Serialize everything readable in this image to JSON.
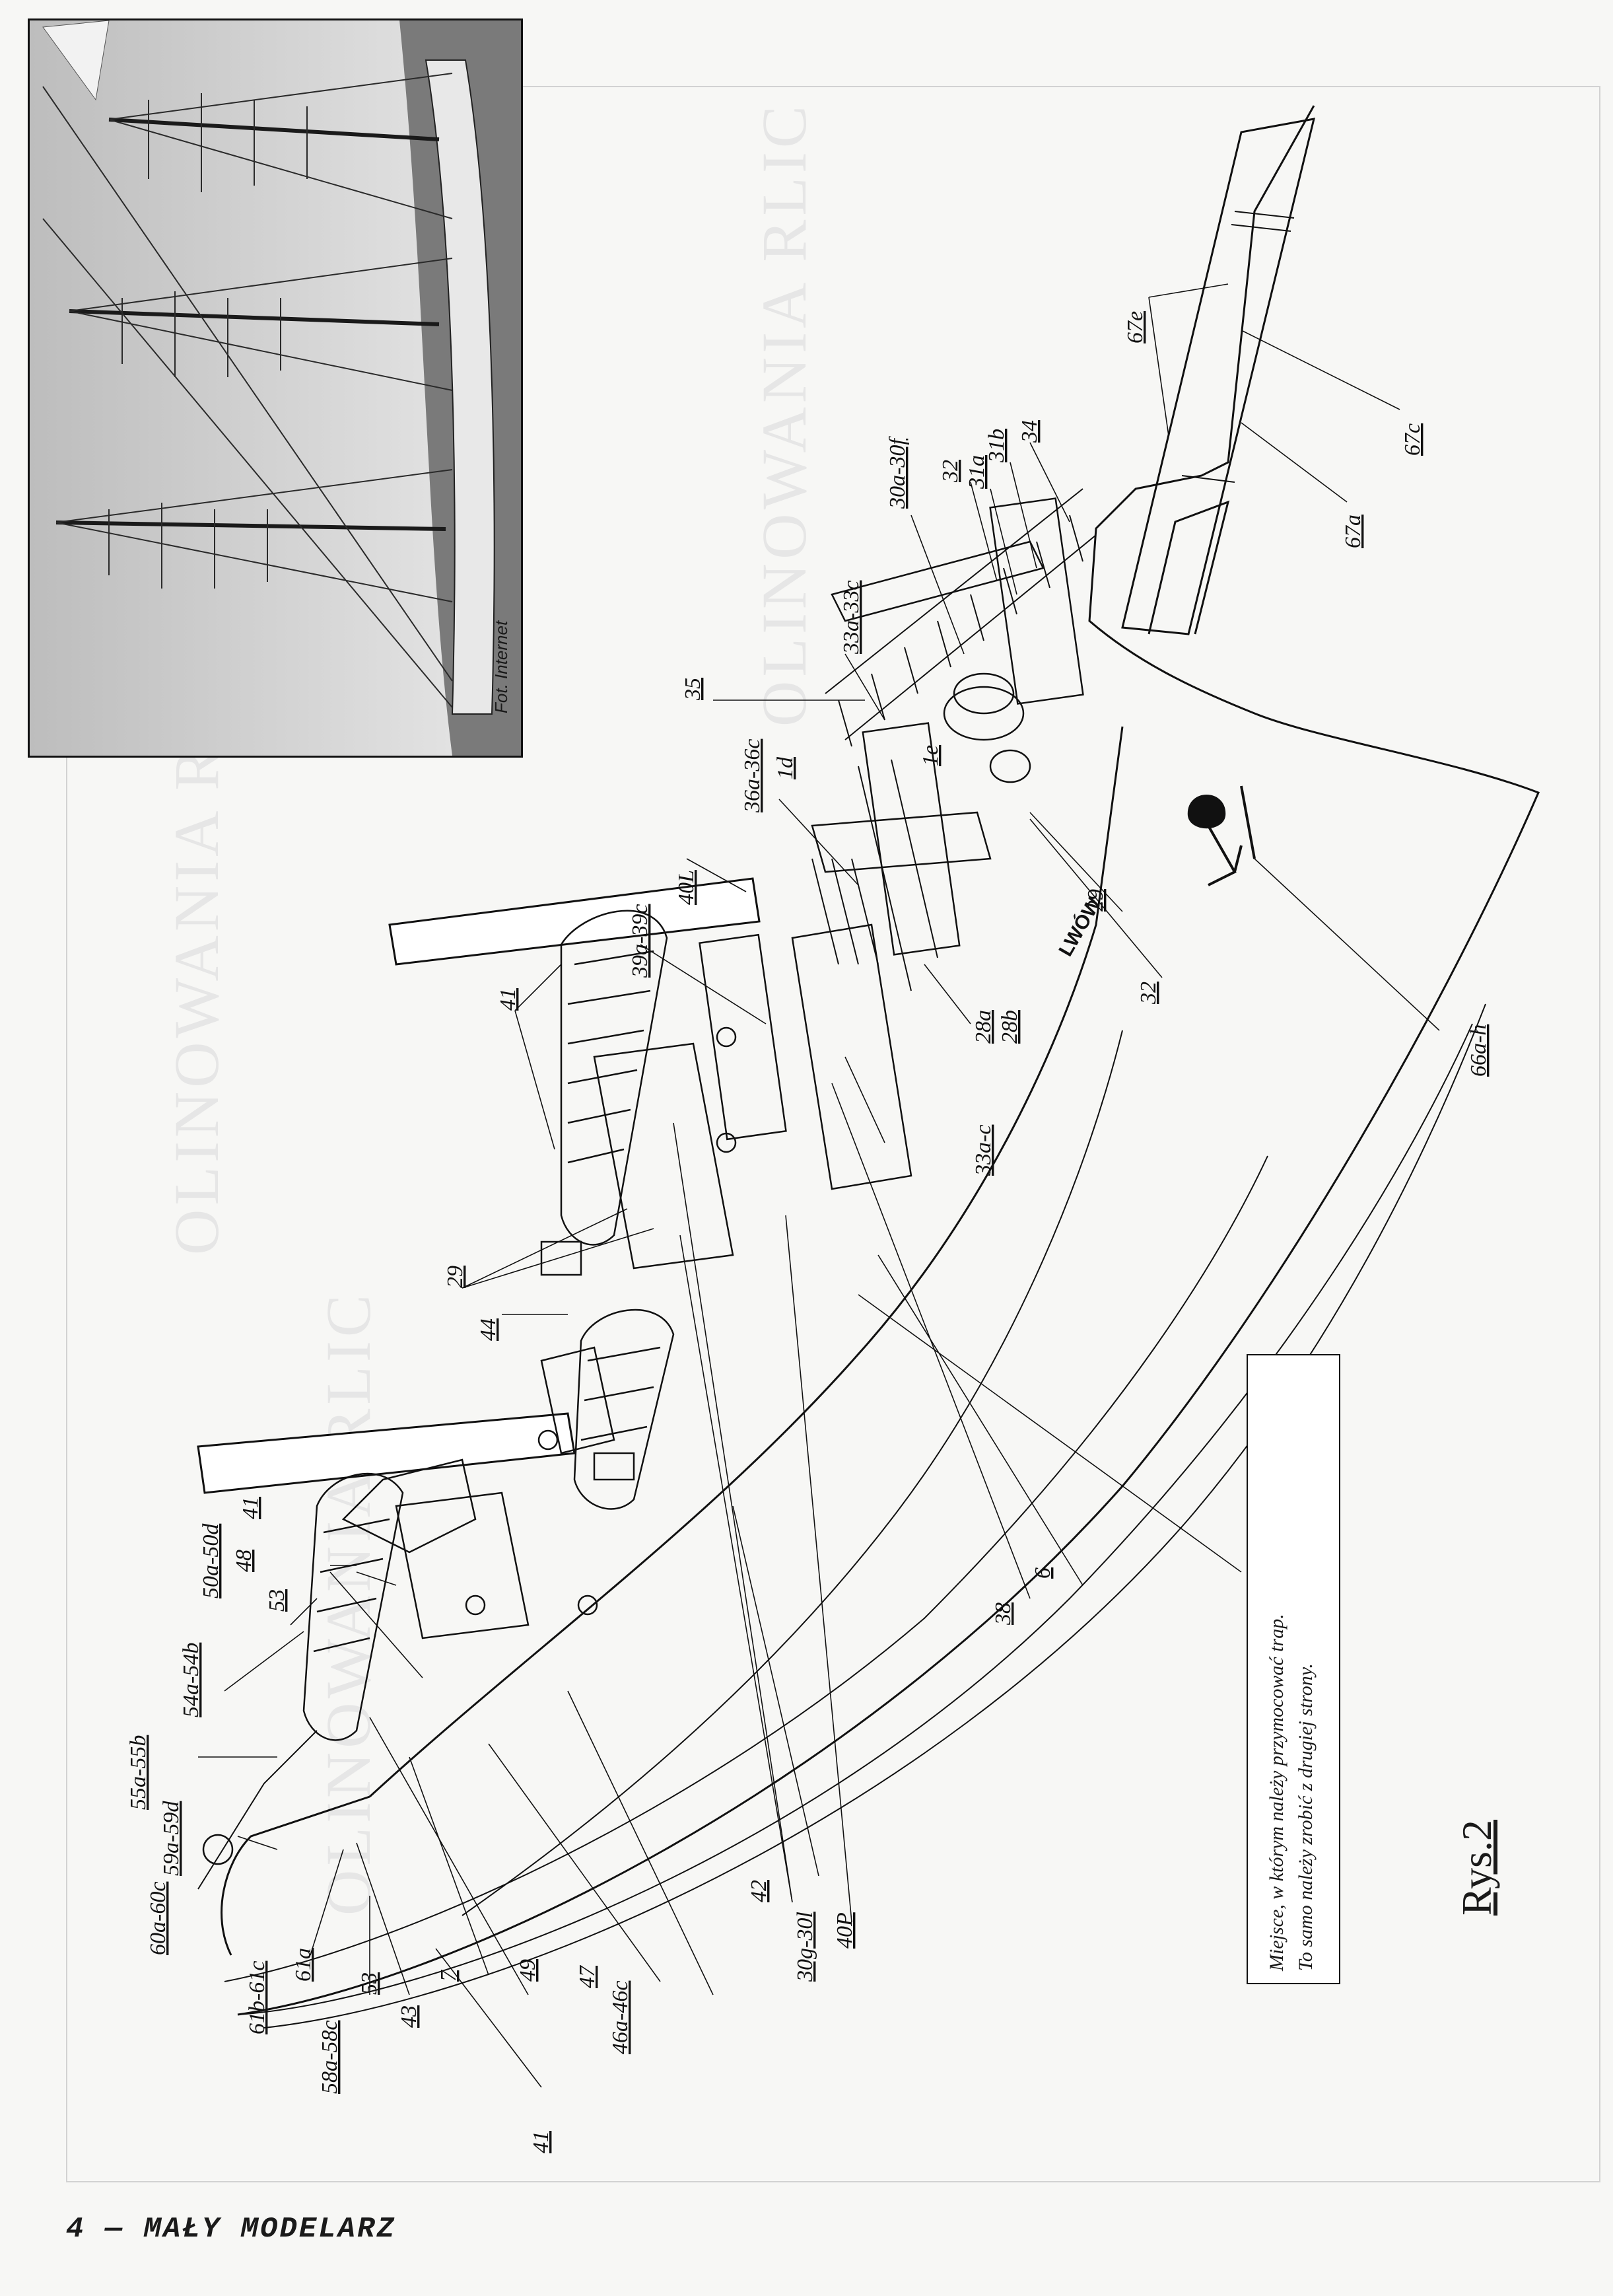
{
  "photo": {
    "credit": "Fot. Internet"
  },
  "watermarks": [
    "OLINOWANIA RLIC",
    "OLINOWANIA RLIC",
    "OLINOWANIA RLIC"
  ],
  "labels": {
    "l35": "35",
    "l33a33c": "33a-33c",
    "l30a30f": "30a-30f",
    "l32top": "32",
    "l31a": "31a",
    "l31b": "31b",
    "l34": "34",
    "l67e": "67e",
    "l67c": "67c",
    "l67a": "67a",
    "l36a36c": "36a-36c",
    "l1d": "1d",
    "l1e": "1e",
    "l40l": "40L",
    "l39a39c": "39a-39c",
    "l41a": "41",
    "l29a": "29",
    "l44": "44",
    "l28a": "28a",
    "l28b": "28b",
    "l33ac": "33a-c",
    "l32b": "32",
    "l29b": "29",
    "l66ah": "66a-h",
    "l50a50d": "50a-50d",
    "l41b": "41",
    "l48": "48",
    "l53a": "53",
    "l54a54b": "54a-54b",
    "l55a55b": "55a-55b",
    "l59a59d": "59a-59d",
    "l60a60c": "60a-60c",
    "l61b61c": "61b-61c",
    "l61a": "61a",
    "l58a58c": "58a-58c",
    "l53b": "53",
    "l43": "43",
    "l7": "7",
    "l49": "49",
    "l47": "47",
    "l46a46c": "46a-46c",
    "l42": "42",
    "l30g30l": "30g-30l",
    "l40p": "40P",
    "l38": "38",
    "l6": "6",
    "l41c": "41",
    "lwow": "LWÓW"
  },
  "note": {
    "line1": "Miejsce, w którym należy przymocować trap.",
    "line2": "To samo należy zrobić z drugiej strony."
  },
  "figure_title": "Rys.2",
  "footer": "4 — MAŁY MODELARZ"
}
